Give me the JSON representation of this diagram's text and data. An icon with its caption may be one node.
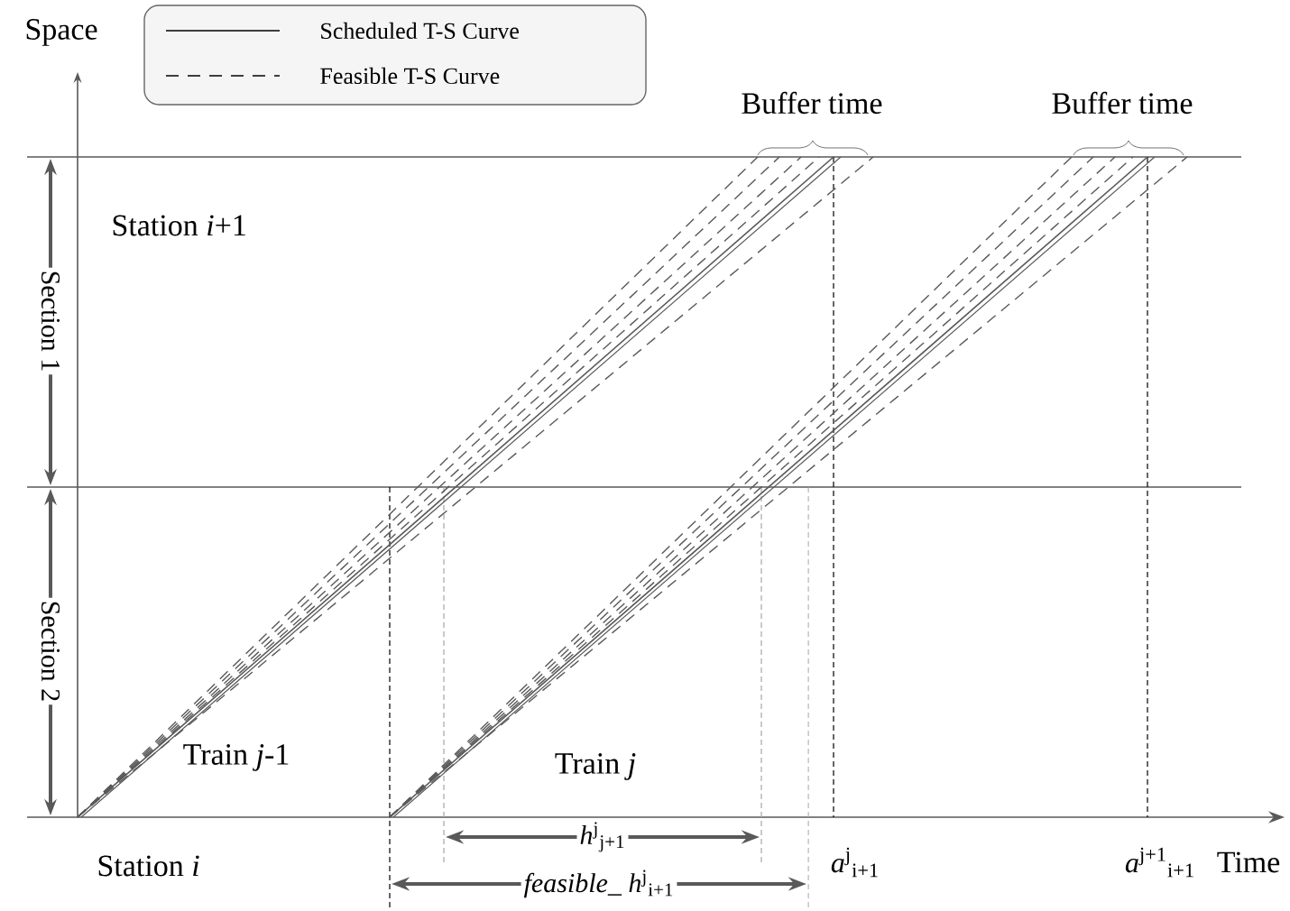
{
  "diagram": {
    "labels": [
      "Space",
      "Buffer time",
      "Buffer time",
      "Station *i*+1",
      "Section 1",
      "Section 2",
      "Train *j*-1",
      "Train *j*",
      "Station *i*",
      "*h*$^{j}$$_{j+1}$",
      "*a*$^{j}$$_{i+1}$",
      "*a*$^{j+1}$$_{i+1}$",
      "Time",
      "*feasible_ h*$^{j}$$_{i+1}$"
    ],
    "legend": [
      {
        "text": "Scheduled T-S Curve"
      },
      {
        "text": "Feasible T-S Curve"
      }
    ]
  }
}
